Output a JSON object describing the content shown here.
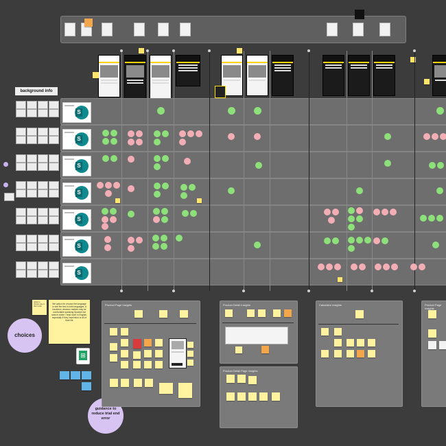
{
  "board": {
    "background_info_label": "background info",
    "choices_label": "choices",
    "guidance_label": "guidance to reduce trial end error",
    "choices_note": "We option for choose the language or see the text in both languages. A trackitem, decision makers may be comfortable speaking Spanish but search online / read more in English, especially if they have/mind or all of their life",
    "small_note": "option to choose type in their mode",
    "panel_titles": [
      "Product Page Insights",
      "Product Detail Insights",
      "Calculator Insights",
      "Product Detail Page Insights",
      "Product Page Insights"
    ],
    "row_icon_letter": "S",
    "sheets_icon_letter": "⊞",
    "colors": {
      "green": "#8ee07a",
      "pink": "#f3aeb5",
      "yellow": "#ffe56b",
      "purple": "#d8c4f2",
      "band": "#6e6e6e"
    }
  }
}
